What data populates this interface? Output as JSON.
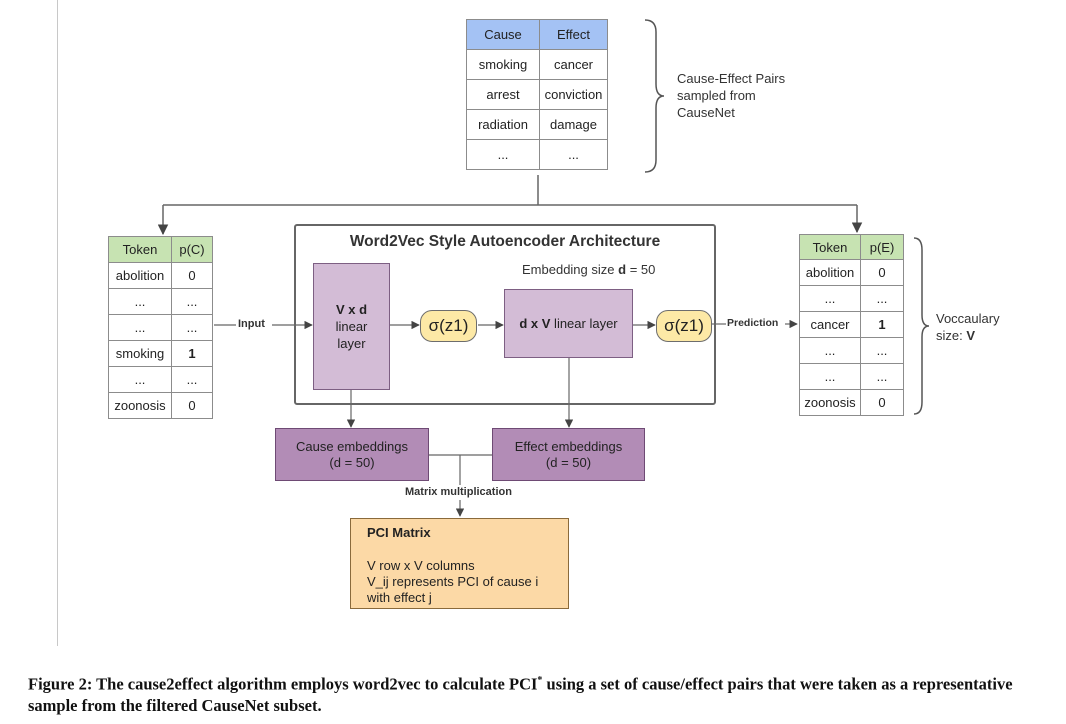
{
  "pairs_table": {
    "headers": [
      "Cause",
      "Effect"
    ],
    "rows": [
      [
        "smoking",
        "cancer"
      ],
      [
        "arrest",
        "conviction"
      ],
      [
        "radiation",
        "damage"
      ],
      [
        "...",
        "..."
      ]
    ]
  },
  "pairs_label": [
    "Cause-Effect Pairs",
    "sampled from",
    "CauseNet"
  ],
  "cause_table": {
    "headers": [
      "Token",
      "p(C)"
    ],
    "rows": [
      [
        "abolition",
        "0"
      ],
      [
        "...",
        "..."
      ],
      [
        "...",
        "..."
      ],
      [
        "smoking",
        "1"
      ],
      [
        "...",
        "..."
      ],
      [
        "zoonosis",
        "0"
      ]
    ]
  },
  "effect_table": {
    "headers": [
      "Token",
      "p(E)"
    ],
    "rows": [
      [
        "abolition",
        "0"
      ],
      [
        "...",
        "..."
      ],
      [
        "cancer",
        "1"
      ],
      [
        "...",
        "..."
      ],
      [
        "...",
        "..."
      ],
      [
        "zoonosis",
        "0"
      ]
    ]
  },
  "vocab_label": {
    "line1": "Voccaulary",
    "line2_prefix": "size: ",
    "line2_bold": "V"
  },
  "architecture": {
    "title": "Word2Vec Style Autoencoder Architecture",
    "embedding_prefix": "Embedding size ",
    "embedding_bold": "d",
    "embedding_suffix": " = 50",
    "layer1": {
      "line1": "V x d",
      "line2": "linear",
      "line3": "layer"
    },
    "sigma1": "σ(z1)",
    "layer2": {
      "bold": "d x V",
      "rest": " linear layer"
    },
    "sigma2": "σ(z1)"
  },
  "arrows": {
    "input": "Input",
    "prediction": "Prediction",
    "matmul": "Matrix multiplication"
  },
  "cause_embeddings": {
    "line1": "Cause embeddings",
    "line2": "(d = 50)"
  },
  "effect_embeddings": {
    "line1": "Effect embeddings",
    "line2": "(d = 50)"
  },
  "pci_matrix": {
    "title": "PCI Matrix",
    "line1": "V row x V columns",
    "line2": "V_ij represents PCI of cause i",
    "line3": "with effect j"
  },
  "caption": {
    "before": "Figure 2: The cause2effect algorithm employs word2vec to calculate PCI",
    "sup": "*",
    "after": " using a set of cause/effect pairs that were taken as a representative sample from the filtered CauseNet subset."
  },
  "colors": {
    "table_header_blue": "#a4c2f4",
    "table_header_green": "#c7e3b2",
    "layer_purple": "#d3bcd6",
    "embedding_purple": "#b28cb6",
    "sigma_yellow": "#fde9a6",
    "pci_orange": "#fcd9a6"
  }
}
